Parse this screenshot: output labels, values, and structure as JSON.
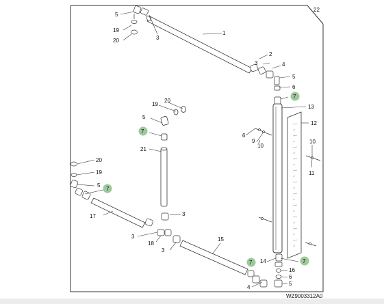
{
  "drawing": {
    "code": "WZ9003312A0",
    "frame_number": "22",
    "highlight_color": "#9dc99b",
    "line_color": "#333333"
  },
  "callouts": {
    "c1": "1",
    "c2": "2",
    "c3": "3",
    "c4": "4",
    "c5": "5",
    "c6": "6",
    "c7": "7",
    "c9": "9",
    "c10": "10",
    "c11": "11",
    "c12": "12",
    "c13": "13",
    "c14": "14",
    "c15": "15",
    "c16": "16",
    "c17": "17",
    "c18": "18",
    "c19": "19",
    "c20": "20",
    "c21": "21"
  }
}
